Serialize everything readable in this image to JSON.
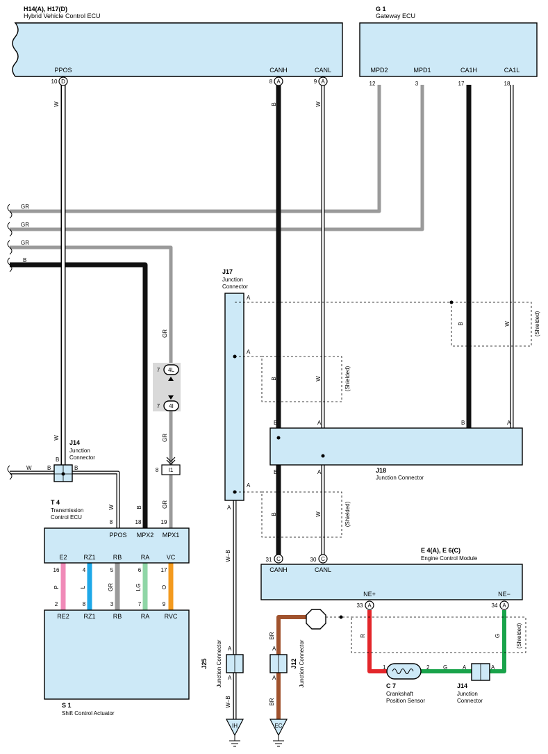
{
  "components": {
    "hv_ecu": {
      "code": "H14(A), H17(D)",
      "name": "Hybrid Vehicle Control ECU",
      "pin_ppos": "PPOS",
      "pin_canh": "CANH",
      "pin_canl": "CANL"
    },
    "gateway": {
      "code": "G 1",
      "name": "Gateway ECU",
      "pins": [
        "MPD2",
        "MPD1",
        "CA1H",
        "CA1L"
      ]
    },
    "j17": {
      "code": "J17",
      "name1": "Junction",
      "name2": "Connector"
    },
    "j18": {
      "code": "J18",
      "name": "Junction Connector"
    },
    "j14_top": {
      "code": "J14",
      "name1": "Junction",
      "name2": "Connector"
    },
    "t4": {
      "code": "T 4",
      "name1": "Transmission",
      "name2": "Control ECU",
      "pins": [
        "PPOS",
        "MPX2",
        "MPX1",
        "E2",
        "RZ1",
        "RB",
        "RA",
        "VC"
      ]
    },
    "s1": {
      "code": "S 1",
      "name": "Shift Control Actuator",
      "pins": [
        "RE2",
        "RZ1",
        "RB",
        "RA",
        "RVC"
      ]
    },
    "ecm": {
      "code": "E 4(A), E 6(C)",
      "name": "Engine Control Module",
      "pins": [
        "CANH",
        "CANL",
        "NE+",
        "NE−"
      ]
    },
    "j25": {
      "code": "J25",
      "name": "Junction Connector"
    },
    "j12": {
      "code": "J12",
      "name": "Junction Connector"
    },
    "c7": {
      "code": "C 7",
      "name1": "Crankshaft",
      "name2": "Position Sensor"
    },
    "j14_bot": {
      "code": "J14",
      "name1": "Junction",
      "name2": "Connector"
    }
  },
  "pin_numbers": {
    "hv_ppos": "10",
    "hv_canh": "8",
    "hv_canl": "9",
    "gw": [
      "12",
      "3",
      "17",
      "18"
    ],
    "t4": [
      "8",
      "18",
      "19"
    ],
    "t4_bottom": [
      "16",
      "4",
      "5",
      "6",
      "17"
    ],
    "s1_top": [
      "2",
      "8",
      "3",
      "7",
      "9"
    ],
    "ecm": [
      "31",
      "30",
      "33",
      "34"
    ],
    "ic_4l": "7",
    "ic_4i": "7",
    "ic_i1": "8",
    "c7": [
      "1",
      "2"
    ]
  },
  "connector_letters": {
    "d": "D",
    "a": "A",
    "c": "C",
    "b": "B",
    "ic_4l": "4L",
    "ic_4i": "4I",
    "ic_i1": "I1"
  },
  "wire_colors": {
    "w": "W",
    "b": "B",
    "gr": "GR",
    "p": "P",
    "l": "L",
    "lg": "LG",
    "o": "O",
    "wb": "W–B",
    "br": "BR",
    "r": "R",
    "g": "G"
  },
  "shielded": "(Shielded)",
  "grounds": {
    "ih": "IH",
    "ec": "EC"
  },
  "colors": {
    "box_fill": "#cde9f7",
    "wire_gray": "#9a9a9a",
    "wire_black": "#111111",
    "wire_pink": "#f08ab8",
    "wire_blue": "#1ea8e8",
    "wire_lightgreen": "#8fd6a6",
    "wire_orange": "#f39a1e",
    "wire_red": "#e3262a",
    "wire_green": "#19a34a",
    "wire_brown": "#a0522d"
  }
}
